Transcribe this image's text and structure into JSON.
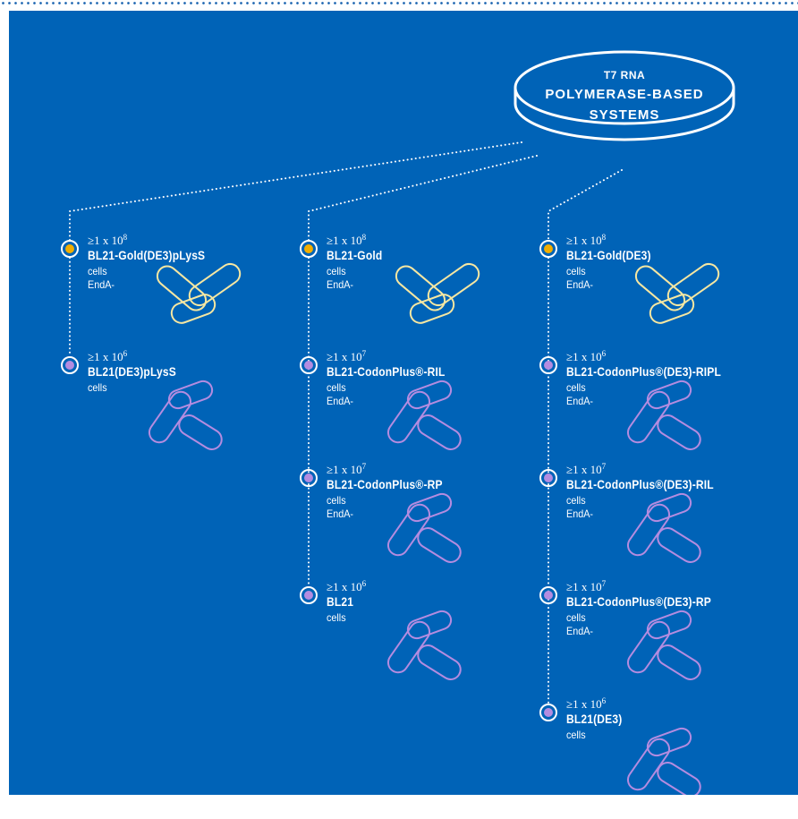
{
  "title": {
    "line1": "T7 RNA",
    "line2": "POLYMERASE-BASED",
    "line3": "SYSTEMS"
  },
  "colors": {
    "background": "#0063b7",
    "gold_cells": "#f6e7a2",
    "standard_cells": "#b48ce0",
    "gold_marker": "#f2ad00",
    "standard_marker": "#b48ce0"
  },
  "columns": [
    {
      "items": [
        {
          "count_base": "≥1 x 10",
          "count_exp": "8",
          "strain": "BL21-Gold(DE3)pLysS",
          "notes": [
            "cells",
            "EndA-"
          ],
          "type": "gold"
        },
        {
          "count_base": "≥1 x 10",
          "count_exp": "6",
          "strain": "BL21(DE3)pLysS",
          "notes": [
            "cells"
          ],
          "type": "standard"
        }
      ]
    },
    {
      "items": [
        {
          "count_base": "≥1 x 10",
          "count_exp": "8",
          "strain": "BL21-Gold",
          "notes": [
            "cells",
            "EndA-"
          ],
          "type": "gold"
        },
        {
          "count_base": "≥1 x 10",
          "count_exp": "7",
          "strain": "BL21-CodonPlus®-RIL",
          "notes": [
            "cells",
            "EndA-"
          ],
          "type": "standard"
        },
        {
          "count_base": "≥1 x 10",
          "count_exp": "7",
          "strain": "BL21-CodonPlus®-RP",
          "notes": [
            "cells",
            "EndA-"
          ],
          "type": "standard"
        },
        {
          "count_base": "≥1 x 10",
          "count_exp": "6",
          "strain": "BL21",
          "notes": [
            "cells"
          ],
          "type": "standard"
        }
      ]
    },
    {
      "items": [
        {
          "count_base": "≥1 x 10",
          "count_exp": "8",
          "strain": "BL21-Gold(DE3)",
          "notes": [
            "cells",
            "EndA-"
          ],
          "type": "gold"
        },
        {
          "count_base": "≥1 x 10",
          "count_exp": "6",
          "strain": "BL21-CodonPlus®(DE3)-RIPL",
          "notes": [
            "cells",
            "EndA-"
          ],
          "type": "standard"
        },
        {
          "count_base": "≥1 x 10",
          "count_exp": "7",
          "strain": "BL21-CodonPlus®(DE3)-RIL",
          "notes": [
            "cells",
            "EndA-"
          ],
          "type": "standard"
        },
        {
          "count_base": "≥1 x 10",
          "count_exp": "7",
          "strain": "BL21-CodonPlus®(DE3)-RP",
          "notes": [
            "cells",
            "EndA-"
          ],
          "type": "standard"
        },
        {
          "count_base": "≥1 x 10",
          "count_exp": "6",
          "strain": "BL21(DE3)",
          "notes": [
            "cells"
          ],
          "type": "standard"
        }
      ]
    }
  ]
}
